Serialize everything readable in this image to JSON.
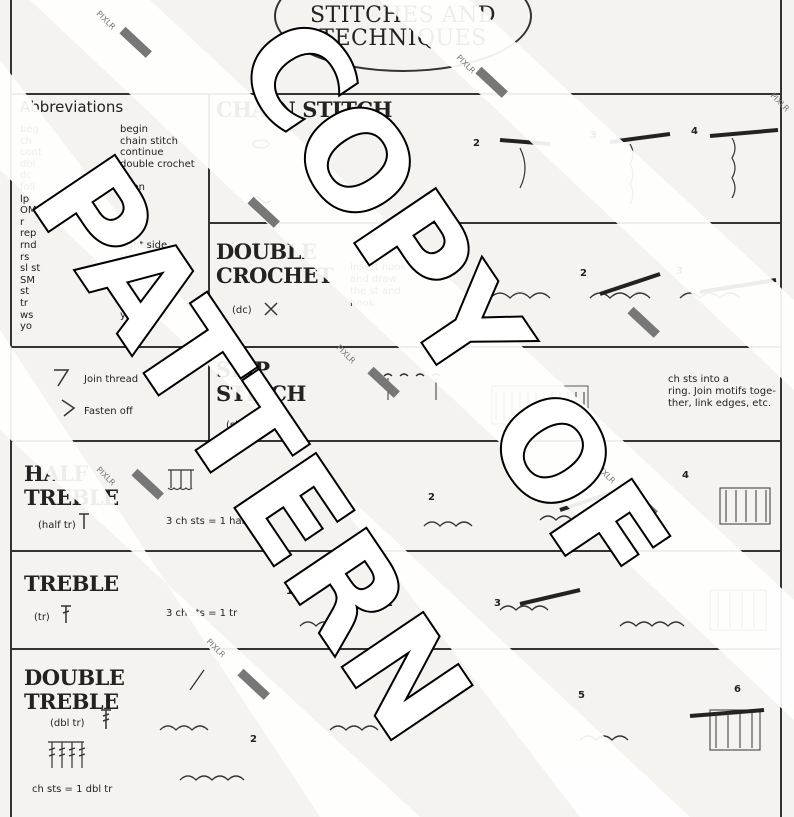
{
  "header": {
    "title_line1": "STITCHES AND",
    "title_line2": "TECHNIQUES"
  },
  "abbreviations": {
    "title": "Abbreviations",
    "codes": [
      "beg",
      "ch",
      "cont",
      "dbl",
      "dc",
      "foll",
      "lp",
      "OM",
      "r",
      "rep",
      "rnd",
      "rs",
      "sl st",
      "SM",
      "st",
      "tr",
      "ws",
      "yo"
    ],
    "meanings": [
      "begin",
      "chain stitch",
      "continue",
      "double crochet",
      "",
      "open",
      "open",
      "",
      "",
      "",
      "right side",
      "slip stitch",
      "square mesh",
      "stitch",
      "",
      "",
      "yarn over",
      ""
    ]
  },
  "symbols": {
    "join_label": "Join thread",
    "fasten_label": "Fasten off"
  },
  "sections": {
    "chain": {
      "heading1": "CHAIN",
      "heading2": "STITCH",
      "steps": [
        "2",
        "3",
        "4"
      ]
    },
    "double_crochet": {
      "heading1": "DOUBLE",
      "heading2": "CROCHET",
      "abbr": "(dc)",
      "text1": "Insert hook",
      "text2": "and draw",
      "text3": "the st and",
      "text4": "hook.",
      "steps": [
        "2",
        "3"
      ]
    },
    "slip_stitch": {
      "heading1": "SLIP",
      "heading2": "STITCH",
      "abbr": "(sl st)",
      "text1": "ch sts into a",
      "text2": "ring. Join motifs toge-",
      "text3": "ther, link edges, etc."
    },
    "half_treble": {
      "heading1": "HALF",
      "heading2": "TREBLE",
      "abbr": "(half tr)",
      "count": "3 ch sts = 1 half tr",
      "steps": [
        "2",
        "3",
        "4"
      ]
    },
    "treble": {
      "heading": "TREBLE",
      "abbr": "(tr)",
      "count": "3 ch sts = 1 tr",
      "steps": [
        "1",
        "2",
        "3"
      ]
    },
    "double_treble": {
      "heading1": "DOUBLE",
      "heading2": "TREBLE",
      "abbr": "(dbl tr)",
      "count": "ch sts = 1 dbl tr",
      "steps": [
        "2",
        "5",
        "6"
      ]
    }
  },
  "watermark": {
    "line1": "COPY OF",
    "line2": "PATTERN",
    "stamp_text": "PIXLR"
  }
}
